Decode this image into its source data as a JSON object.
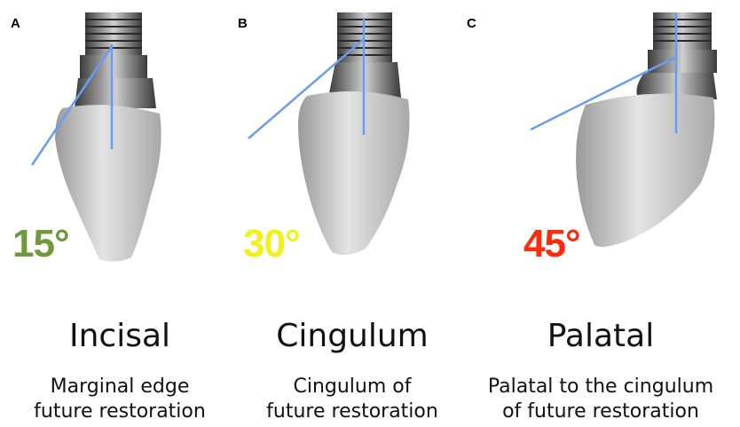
{
  "panels": [
    {
      "letter": "A",
      "angle": "15°",
      "angle_color": "#6e9a3c",
      "title": "Incisal",
      "desc_line1": "Marginal edge",
      "desc_line2": "future restoration"
    },
    {
      "letter": "B",
      "angle": "30°",
      "angle_color": "#f2f21a",
      "title": "Cingulum",
      "desc_line1": "Cingulum of",
      "desc_line2": "future restoration"
    },
    {
      "letter": "C",
      "angle": "45°",
      "angle_color": "#ff2a0a",
      "title": "Palatal",
      "desc_line1": "Palatal to the cingulum",
      "desc_line2": "of future restoration"
    }
  ],
  "colors": {
    "axis_line": "#6a9cf0",
    "tooth": "#c8c8c8",
    "abutment": "#8a8a8a"
  }
}
